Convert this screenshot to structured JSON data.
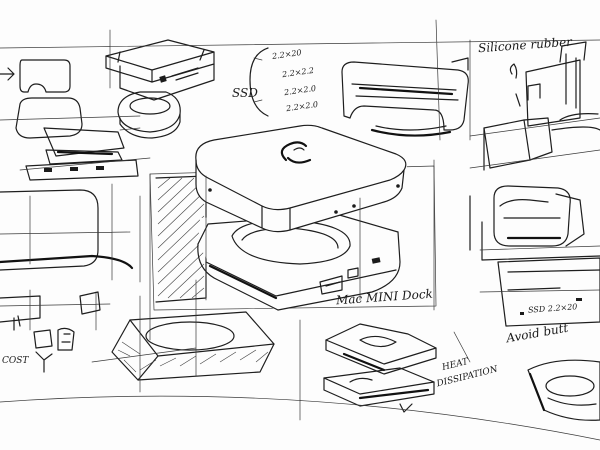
{
  "sketch": {
    "notes": {
      "ssd": "SSD",
      "ssd_sizes": [
        "2.2×20",
        "2.2×2.2",
        "2.2×2.0",
        "2.2×2.0"
      ],
      "silicone": "Silicone rubber",
      "mac_mini_dock": "Mac MINI Dock",
      "heat": "HEAT",
      "dissipation": "DISSIPATION",
      "avoid_button": "Avoid butt",
      "ssd_right": "SSD 2.2×20",
      "cost": "COST"
    },
    "ink_color": "#1e1e1e",
    "paper_color": "#fdfdfd"
  }
}
